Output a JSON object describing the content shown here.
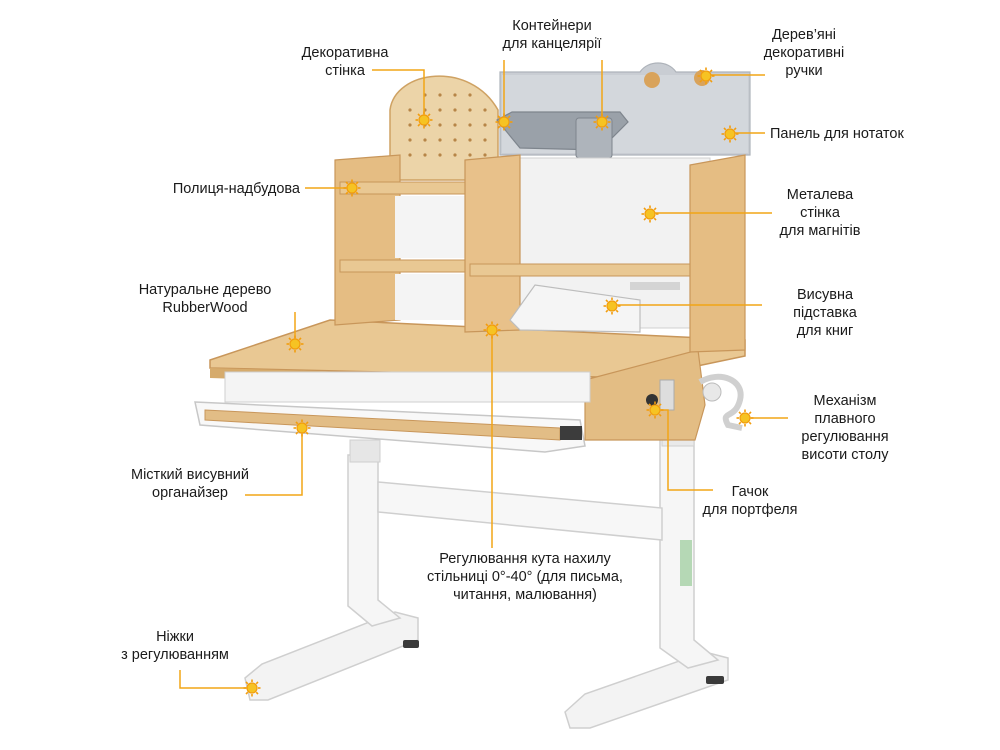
{
  "product": "desk",
  "colors": {
    "accent_line": "#f2a516",
    "dot_fill": "#f6c323",
    "dot_outline": "#f29d0e",
    "wood": "#e8c58f",
    "wood_dark": "#cf9d5a",
    "frame": "#f4f4f4",
    "frame_edge": "#c9c9c9",
    "panel_gray": "#c6cad0",
    "text": "#1a1a1a"
  },
  "icons": [
    "hotspot-dot-icon"
  ],
  "labels": {
    "decor_wall": "Декоративна\nстінка",
    "containers": "Контейнери\nдля канцелярії",
    "handles": "Дерев’яні\nдекоративні\nручки",
    "notes_panel": "Панель для нотаток",
    "shelf": "Полиця-надбудова",
    "metal_wall": "Металева\nстінка\nдля магнітів",
    "wood": "Натуральне дерево\nRubberWood",
    "book_stand": "Висувна\nпідставка\nдля книг",
    "mechanism": "Механізм\nплавного\nрегулювання\nвисоти столу",
    "hook": "Гачок\nдля портфеля",
    "organizer": "Місткий висувний\nорганайзер",
    "tilt": "Регулювання кута нахилу\nстільниці 0°-40° (для письма,\nчитання, малювання)",
    "legs": "Ніжки\nз регулюванням"
  }
}
